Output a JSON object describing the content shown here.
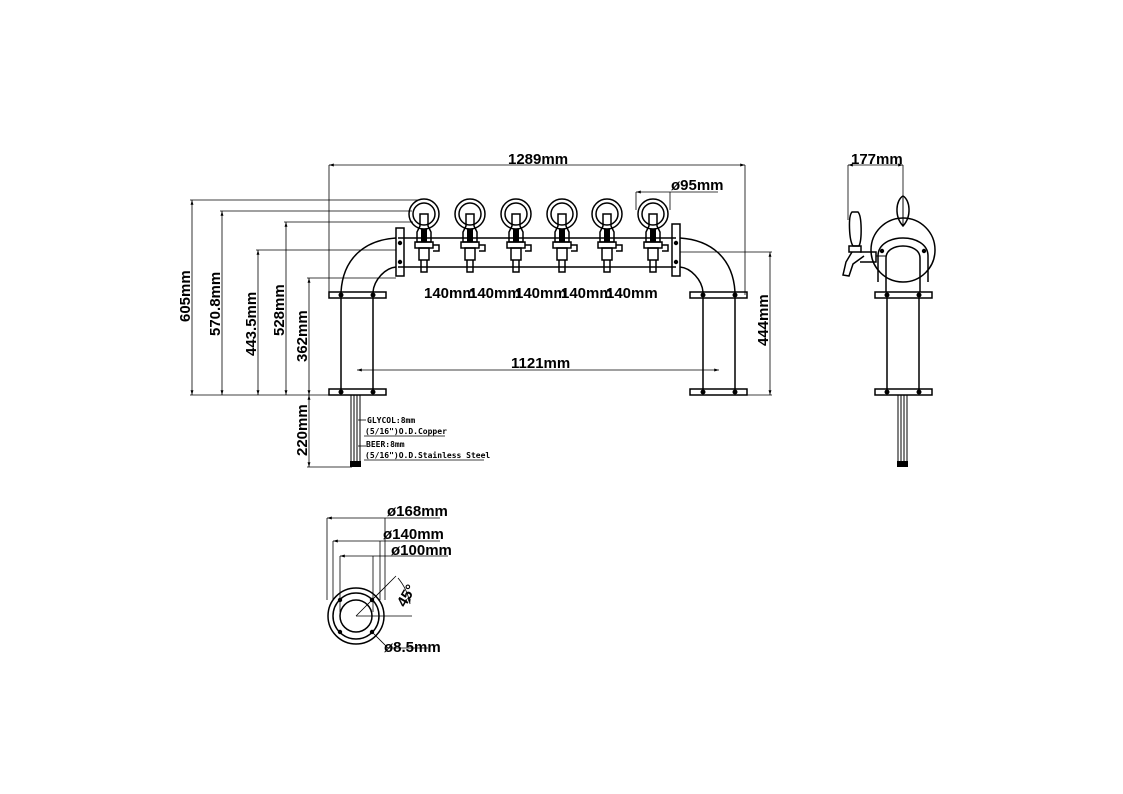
{
  "front_view": {
    "overall_width": "1289mm",
    "tap_diameter": "ø95mm",
    "tap_spacing": [
      "140mm",
      "140mm",
      "140mm",
      "140mm",
      "140mm"
    ],
    "base_span": "1121mm",
    "height_overall": "605mm",
    "height_tap_top": "570.8mm",
    "height_flange": "443.5mm",
    "height_pipe_top": "528mm",
    "height_pipe_base": "362mm",
    "height_right": "444mm",
    "line_length": "220mm",
    "notes": [
      "GLYCOL:8mm",
      "(5/16\")O.D.Copper",
      "BEER:8mm",
      "(5/16\")O.D.Stainless Steel"
    ]
  },
  "side_view": {
    "depth": "177mm"
  },
  "base_plate": {
    "outer_diameter": "ø168mm",
    "bolt_circle": "ø140mm",
    "inner_diameter": "ø100mm",
    "angle": "45°",
    "hole_diameter": "ø8.5mm"
  }
}
